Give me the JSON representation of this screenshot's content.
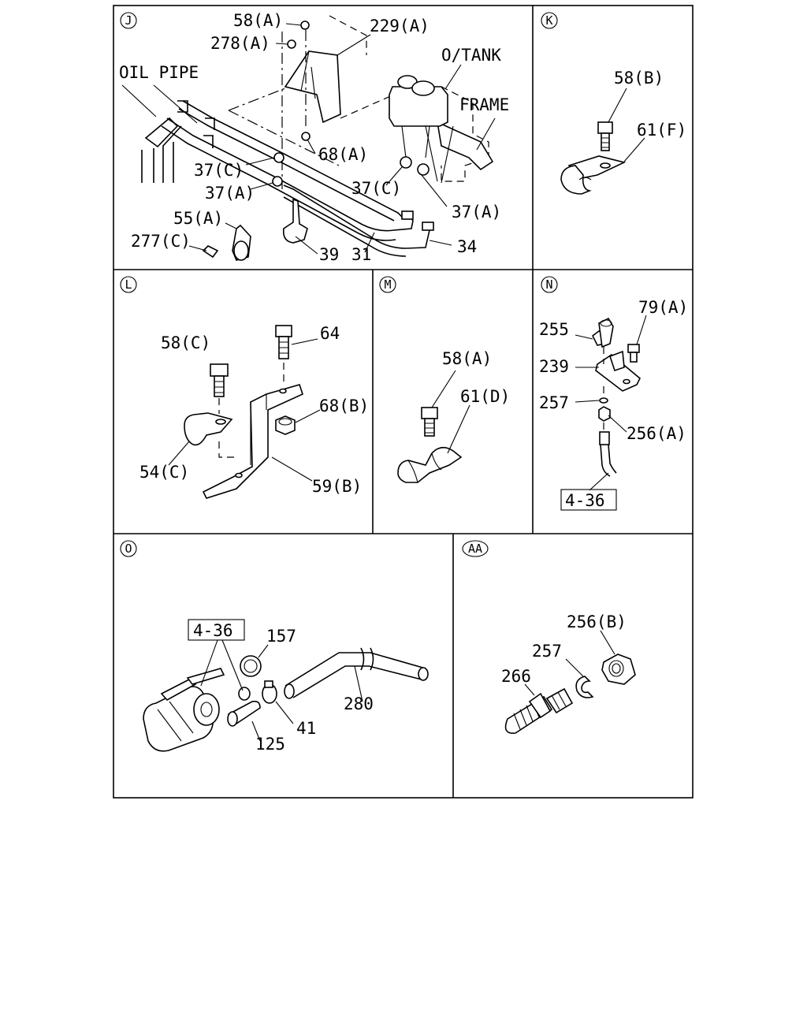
{
  "sections": {
    "J": {
      "letter": "J",
      "labels": {
        "p58a": "58(A)",
        "p278a": "278(A)",
        "p229a": "229(A)",
        "otank": "O/TANK",
        "oilpipe": "OIL PIPE",
        "frame": "FRAME",
        "p68a": "68(A)",
        "p37c_1": "37(C)",
        "p37a_1": "37(A)",
        "p37c_2": "37(C)",
        "p37a_2": "37(A)",
        "p55a": "55(A)",
        "p277c": "277(C)",
        "p39": "39",
        "p31": "31",
        "p34": "34"
      }
    },
    "K": {
      "letter": "K",
      "labels": {
        "p58b": "58(B)",
        "p61f": "61(F)"
      }
    },
    "L": {
      "letter": "L",
      "labels": {
        "p58c": "58(C)",
        "p64": "64",
        "p68b": "68(B)",
        "p54c": "54(C)",
        "p59b": "59(B)"
      }
    },
    "M": {
      "letter": "M",
      "labels": {
        "p58a": "58(A)",
        "p61d": "61(D)"
      }
    },
    "N": {
      "letter": "N",
      "labels": {
        "p255": "255",
        "p79a": "79(A)",
        "p239": "239",
        "p257": "257",
        "p256a": "256(A)",
        "ref436": "4-36"
      }
    },
    "O": {
      "letter": "O",
      "labels": {
        "ref436": "4-36",
        "p157": "157",
        "p280": "280",
        "p41": "41",
        "p125": "125"
      }
    },
    "AA": {
      "letter": "AA",
      "labels": {
        "p256b": "256(B)",
        "p257": "257",
        "p266": "266"
      }
    }
  }
}
